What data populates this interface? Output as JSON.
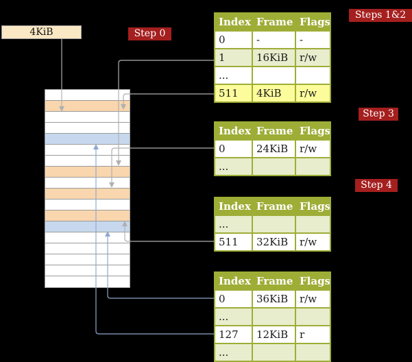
{
  "palette": {
    "background": "#000000",
    "badge_bg": "#a51f1f",
    "badge_text": "#ffffff",
    "table_header_bg": "#9ead36",
    "table_border": "#9ead36",
    "row_green": "#e8edcd",
    "row_yellow": "#fcfc9c",
    "row_white": "#ffffff",
    "mem_peach": "#f9d6ad",
    "mem_blue": "#c7d8ee",
    "frame_box_bg": "#fae8c4",
    "arrow_gray": "#b0b0b0",
    "arrow_blue": "#8fa8d0"
  },
  "labels": {
    "frame_box": "4KiB",
    "step0": "Step 0",
    "steps12": "Steps 1&2",
    "step3": "Step 3",
    "step4": "Step 4"
  },
  "tables": [
    {
      "id": "level4-table",
      "headers": [
        "Index",
        "Frame",
        "Flags"
      ],
      "rows": [
        {
          "cells": [
            "0",
            "-",
            "-"
          ],
          "bg": "white"
        },
        {
          "cells": [
            "1",
            "16KiB",
            "r/w"
          ],
          "bg": "green"
        },
        {
          "cells": [
            "...",
            "",
            ""
          ],
          "bg": "white"
        },
        {
          "cells": [
            "511",
            "4KiB",
            "r/w"
          ],
          "bg": "yellow"
        }
      ]
    },
    {
      "id": "level3-table",
      "headers": [
        "Index",
        "Frame",
        "Flags"
      ],
      "rows": [
        {
          "cells": [
            "0",
            "24KiB",
            "r/w"
          ],
          "bg": "white"
        },
        {
          "cells": [
            "...",
            "",
            ""
          ],
          "bg": "green"
        }
      ]
    },
    {
      "id": "level2-table",
      "headers": [
        "Index",
        "Frame",
        "Flags"
      ],
      "rows": [
        {
          "cells": [
            "...",
            "",
            ""
          ],
          "bg": "green"
        },
        {
          "cells": [
            "511",
            "32KiB",
            "r/w"
          ],
          "bg": "white"
        }
      ]
    },
    {
      "id": "level1-table",
      "headers": [
        "Index",
        "Frame",
        "Flags"
      ],
      "rows": [
        {
          "cells": [
            "0",
            "36KiB",
            "r/w"
          ],
          "bg": "white"
        },
        {
          "cells": [
            "...",
            "",
            ""
          ],
          "bg": "green"
        },
        {
          "cells": [
            "127",
            "12KiB",
            "r"
          ],
          "bg": "white"
        },
        {
          "cells": [
            "...",
            "",
            ""
          ],
          "bg": "green"
        }
      ]
    }
  ],
  "memory": {
    "rows": [
      "white",
      "peach",
      "white",
      "white",
      "blue",
      "white",
      "white",
      "peach",
      "white",
      "peach",
      "white",
      "peach",
      "blue",
      "white",
      "white",
      "white",
      "white",
      "white"
    ]
  },
  "arrows": [
    {
      "id": "cr3-to-table-frame",
      "color": "gray"
    },
    {
      "id": "l4-entry1-to-16kib",
      "color": "gray"
    },
    {
      "id": "l4-entry511-to-4kib",
      "color": "gray"
    },
    {
      "id": "l3-entry0-to-24kib",
      "color": "gray"
    },
    {
      "id": "l2-entry511-to-32kib",
      "color": "gray"
    },
    {
      "id": "l1-entry0-to-36kib",
      "color": "blue"
    },
    {
      "id": "l1-entry127-to-12kib",
      "color": "blue"
    }
  ]
}
